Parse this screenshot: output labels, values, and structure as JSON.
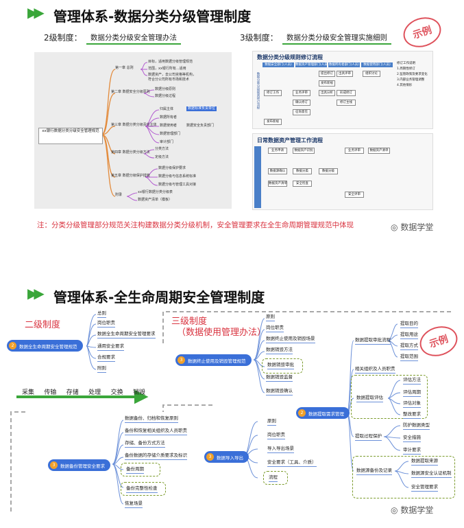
{
  "section1": {
    "title": "管理体系-数据分类分级管理制度",
    "level2_label": "2级制度：",
    "level2_doc": "数据分类分级安全管理办法",
    "level3_label": "3级制度：",
    "level3_doc": "数据分类分级安全管理实施细则",
    "stamp": "示例",
    "mindmap": {
      "root": "xx银行数据分类分级安全管理规范",
      "chapters": [
        "第一章 总则",
        "第二章 数据安全分级原则",
        "第三章 数据分类分级责任主体",
        "第四章 数据分类分级方法",
        "第五章 数据分级保护措施",
        "附录"
      ],
      "leaves": [
        "目标，适用数据分级管理规范",
        "范围，xx银行所有...适用",
        "数据资产，去公司资格等机构，",
        "符合分公司所有市场和技术",
        "数据分级原则",
        "数据分级过程",
        "归属主体",
        "数据标准负责单位",
        "数据所有者",
        "数据使用者",
        "数据安全负责部门",
        "数据管理部门",
        "审计部门",
        "分类方法",
        "定级方法",
        "数据分级保护要求",
        "数据分级与信息系统标准",
        "数据分级与管理工具对接",
        "xx银行数据分类分级表",
        "数据资产清单（模板）"
      ]
    },
    "flow1": {
      "title": "数据分类分级规则修订流程",
      "heads": [
        "数据安全部门(人员)",
        "数据资产管理部门(人员)",
        "数据所有者部门(人员)",
        "数据使用部门(人员)"
      ],
      "side_label": "数据分类分级规则修订流程",
      "boxes": [
        "提出修订",
        "出具评审",
        "组织讨论",
        "发布新规",
        "修订工作",
        "业务评审",
        "出具分析",
        "形成修订",
        "确认修订",
        "修订主线",
        "征询意见",
        "发布新规"
      ],
      "notes": [
        "修订工作说明",
        "1.周期性修订",
        "2.监管政策及要求变化",
        "3.内部业务管理调整",
        "4.其他情形"
      ]
    },
    "flow2": {
      "title": "日常数据资产管理工作流程",
      "boxes": [
        "业务申请",
        "数据资产识别",
        "业务评审",
        "数据资产清单",
        "数据源确认",
        "数据分类",
        "数据分级",
        "数据资产清单",
        "安全检查",
        "安全评审"
      ]
    },
    "note": "注：分类分级管理部分规范关注构建数据分类分级机制，安全管理要求在全生命周期管理规范中体现"
  },
  "section2": {
    "title": "管理体系-全生命周期安全管理制度",
    "level2_label": "二级制度",
    "level2_node": "数据全生命周期安全管理规范",
    "level2_items": [
      "总则",
      "岗位职责",
      "数据全生命周期安全管理要求",
      "通用安全要求",
      "合规要求",
      "附则"
    ],
    "lifecycle": [
      "采集",
      "传输",
      "存储",
      "处理",
      "交换",
      "销毁"
    ],
    "backup_node": "数据备份管理安全要求",
    "backup_items": [
      "数据备份、归档和恢复原则",
      "备份和恢复相关组织及人员职责",
      "存储、备份方式方法",
      "备份数据的存储介质要求及标识",
      "备份周期",
      "备份完整性检查",
      "恢复场景"
    ],
    "level3_label": "三级制度",
    "level3_sub": "（数据使用管理办法）",
    "destroy_node": "数据终止使用及销毁管理规范",
    "destroy_items": [
      "原则",
      "岗位职责",
      "数据终止使用及销毁场景",
      "数据销毁方法",
      "数据销毁审批",
      "数据销毁监督",
      "数据销毁确认"
    ],
    "extract_node": "数据提取需求管理",
    "extract_groups": {
      "approval": "数据提取审批流程",
      "approval_items": [
        "提取目的",
        "提取用途",
        "提取方式",
        "提取范围"
      ],
      "org": "相关组织及人员职责",
      "eval": "数据提取评估",
      "eval_items": [
        "评估方法",
        "评估周期",
        "评估对象",
        "整改要求"
      ],
      "protect": "提取过程保护",
      "protect_items": [
        "防护数据类型",
        "安全措施",
        "审计要求"
      ],
      "record": "数据源备份及记录",
      "record_items": [
        "数据提取来源",
        "数据源安全认证机制",
        "安全管理要求"
      ]
    },
    "import_node": "数据导入导出",
    "import_items": [
      "原则",
      "岗位职责",
      "导入导出场景",
      "安全要求（工具、介质）",
      "流程"
    ],
    "stamp": "示例"
  },
  "watermark": "数据学堂"
}
